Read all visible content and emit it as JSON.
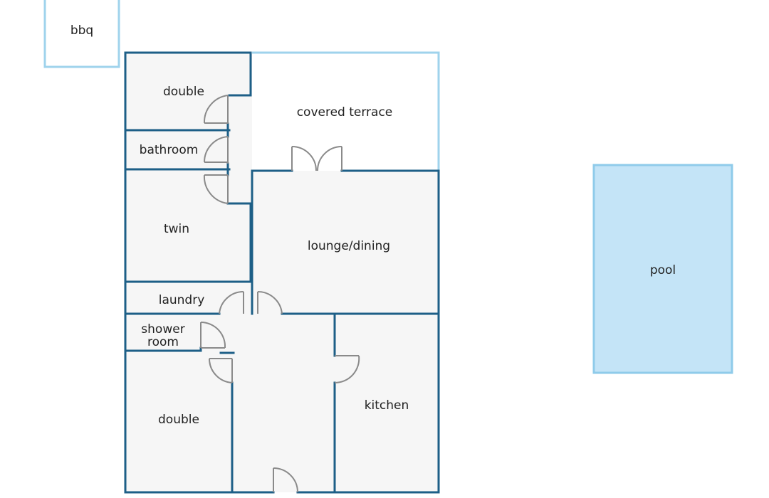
{
  "colors": {
    "wall": "#1d5f87",
    "light_outline": "#9fd3ec",
    "floor": "#f6f6f6",
    "pool_fill": "#c4e4f7",
    "pool_outline": "#8fcbea",
    "door": "#8a8a8a",
    "text": "#222222"
  },
  "rooms": {
    "bbq": "bbq",
    "double_top": "double",
    "bathroom": "bathroom",
    "twin": "twin",
    "covered_terrace": "covered terrace",
    "lounge_dining": "lounge/dining",
    "laundry": "laundry",
    "shower_room_line1": "shower",
    "shower_room_line2": "room",
    "double_bottom": "double",
    "kitchen": "kitchen",
    "pool": "pool"
  }
}
